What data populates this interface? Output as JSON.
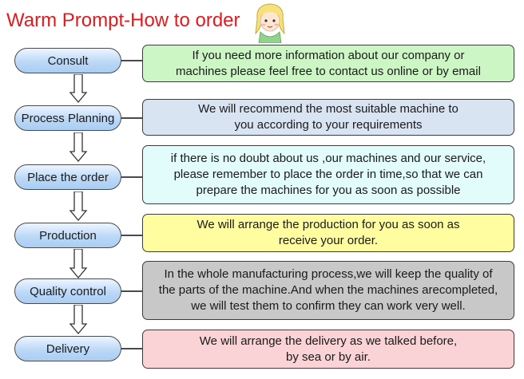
{
  "title": "Warm Prompt-How to order",
  "colors": {
    "title": "#e4191d",
    "step_fill": "#bcd9f7",
    "consult_box": "#ccf7c4",
    "planning_box": "#d9e4f3",
    "order_box": "#e2fbfb",
    "production_box": "#fffd9f",
    "quality_box": "#c8c8c8",
    "delivery_box": "#fad3d6"
  },
  "icons": {
    "avatar": "cartoon-girl-icon",
    "arrow": "down-arrow-icon"
  },
  "steps": [
    {
      "label": "Consult",
      "lines": [
        "If you need more information about our company or",
        "machines  please feel free to contact us online or by email"
      ]
    },
    {
      "label": "Process Planning",
      "lines": [
        "We will recommend the most suitable machine to",
        "you according to your requirements"
      ]
    },
    {
      "label": "Place the order",
      "lines": [
        "if there is no doubt about us ,our machines and our service,",
        "please remember to place the order in time,so that we can",
        "prepare the machines for you as soon as possible"
      ]
    },
    {
      "label": "Production",
      "lines": [
        "We will arrange the production for you as soon as",
        "receive your order."
      ]
    },
    {
      "label": "Quality control",
      "lines": [
        "In the whole manufacturing process,we will keep the quality of",
        "the parts of the machine.And when the machines arecompleted,",
        "we will test them to confirm they can work very well."
      ]
    },
    {
      "label": "Delivery",
      "lines": [
        "We will arrange the delivery as we talked before,",
        "by sea or by air."
      ]
    }
  ]
}
